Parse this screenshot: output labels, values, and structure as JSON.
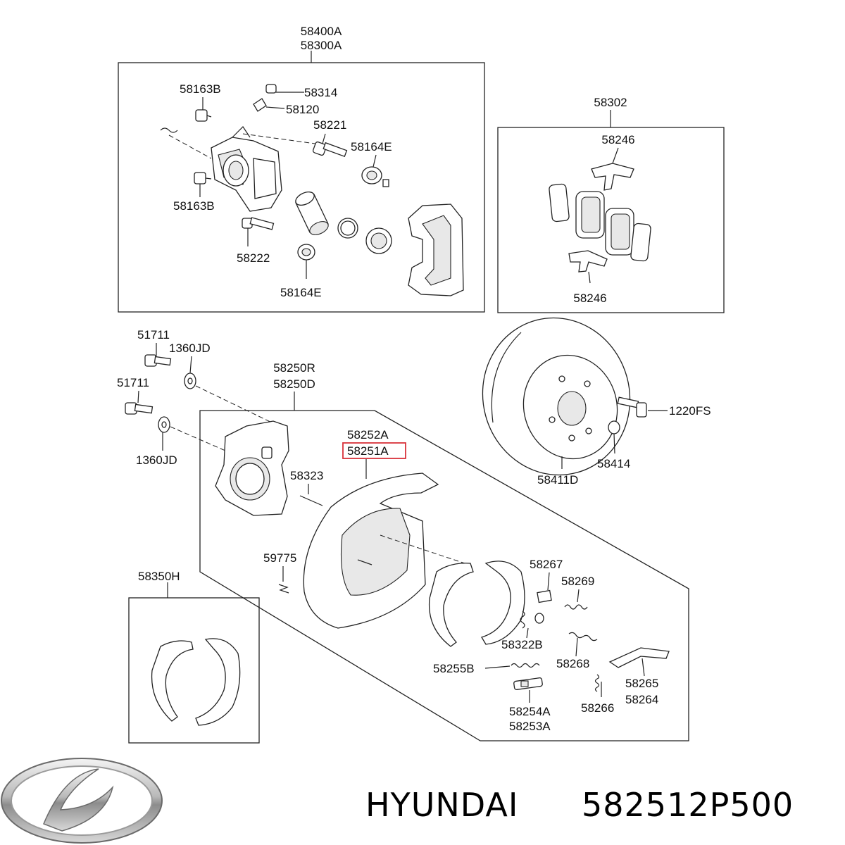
{
  "labels": {
    "l58400A": "58400A",
    "l58300A": "58300A",
    "l58163B_1": "58163B",
    "l58314": "58314",
    "l58120": "58120",
    "l58221": "58221",
    "l58164E_1": "58164E",
    "l58163B_2": "58163B",
    "l58222": "58222",
    "l58164E_2": "58164E",
    "l58302": "58302",
    "l58246_1": "58246",
    "l58246_2": "58246",
    "l51711_1": "51711",
    "l1360JD_1": "1360JD",
    "l51711_2": "51711",
    "l1360JD_2": "1360JD",
    "l58250R": "58250R",
    "l58250D": "58250D",
    "l58252A": "58252A",
    "l58251A": "58251A",
    "l58323": "58323",
    "l59775": "59775",
    "l1220FS": "1220FS",
    "l58414": "58414",
    "l58411D": "58411D",
    "l58350H": "58350H",
    "l58267": "58267",
    "l58269": "58269",
    "l58322B": "58322B",
    "l58268": "58268",
    "l58255B": "58255B",
    "l58265": "58265",
    "l58264": "58264",
    "l58254A": "58254A",
    "l58253A": "58253A",
    "l58266": "58266"
  },
  "highlight": {
    "target": "58251A",
    "color": "#d9323a"
  },
  "brand": {
    "name": "HYUNDAI",
    "part_number": "582512P500",
    "logo_icon": "hyundai-logo-icon"
  }
}
